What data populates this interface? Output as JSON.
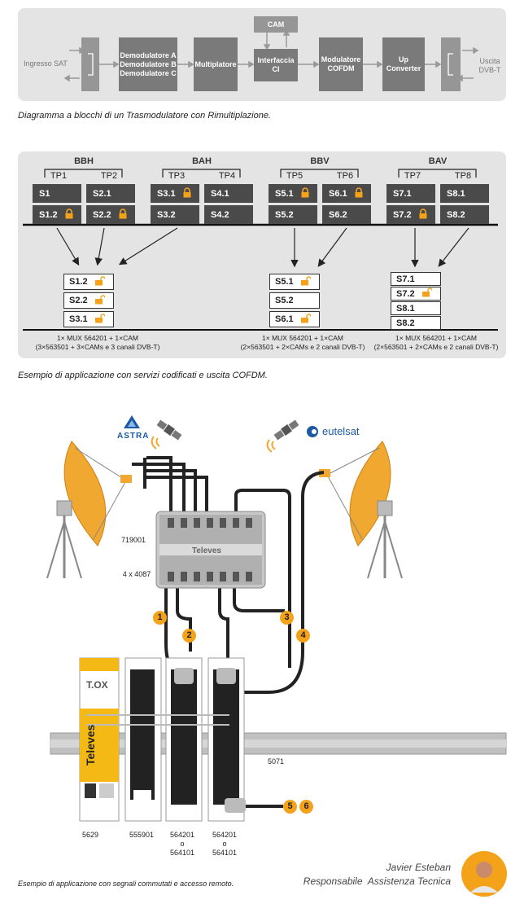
{
  "diagram1": {
    "input_label": [
      "Ingresso SAT"
    ],
    "blocks": {
      "demod": [
        "Demodulatore A",
        "Demodulatore B",
        "Demodulatore C"
      ],
      "multiplexer": "Multiplatore",
      "cam": "CAM",
      "ci": [
        "Interfaccia",
        "CI"
      ],
      "cofdm": [
        "Modulatore",
        "COFDM"
      ],
      "upconverter": [
        "Up",
        "Converter"
      ]
    },
    "output_label": [
      "Uscita",
      "DVB-T"
    ],
    "caption": "Diagramma a blocchi di un Trasmodulatore con Rimultiplazione."
  },
  "diagram2": {
    "groups": [
      {
        "name": "BBH",
        "tps": [
          "TP1",
          "TP2"
        ]
      },
      {
        "name": "BAH",
        "tps": [
          "TP3",
          "TP4"
        ]
      },
      {
        "name": "BBV",
        "tps": [
          "TP5",
          "TP6"
        ]
      },
      {
        "name": "BAV",
        "tps": [
          "TP7",
          "TP8"
        ]
      }
    ],
    "services_top": [
      "S1",
      "S2.1",
      "S3.1",
      "S4.1",
      "S5.1",
      "S6.1",
      "S7.1",
      "S8.1"
    ],
    "services_bottom": [
      "S1.2",
      "S2.2",
      "S3.2",
      "S4.2",
      "S5.2",
      "S6.2",
      "S7.2",
      "S8.2"
    ],
    "outputs": [
      {
        "items": [
          "S1.2",
          "S2.2",
          "S3.1"
        ],
        "note": [
          "1× MUX 564201 + 1×CAM",
          "(3×563501 + 3×CAMs e 3 canali DVB-T)"
        ]
      },
      {
        "items": [
          "S5.1",
          "S5.2",
          "S6.1"
        ],
        "note": [
          "1× MUX 564201 + 1×CAM",
          "(2×563501 + 2×CAMs e 2 canali DVB-T)"
        ]
      },
      {
        "items": [
          "S7.1",
          "S7.2",
          "S8.1",
          "S8.2"
        ],
        "note": [
          "1× MUX 564201 + 1×CAM",
          "(2×563501 + 2×CAMs e 2 canali DVB-T)"
        ]
      }
    ],
    "caption": "Esempio di applicazione con servizi codificati e uscita COFDM."
  },
  "diagram3": {
    "brands": {
      "astra": "ASTRA",
      "eutelsat": "eutelsat"
    },
    "multiswitch_codes": [
      "719001",
      "4 x 4087"
    ],
    "multiswitch_brand": "Televes",
    "cable_numbers": [
      "1",
      "2",
      "3",
      "4"
    ],
    "output_numbers": [
      "5",
      "6"
    ],
    "rail_code": "5071",
    "module_codes": [
      [
        "5629"
      ],
      [
        "555901"
      ],
      [
        "564201",
        "o",
        "564101"
      ],
      [
        "564201",
        "o",
        "564101"
      ]
    ],
    "tox_label": "T.OX",
    "module_brand": "Televes",
    "caption": "Esempio di applicazione con segnali commutati e accesso remoto."
  },
  "signature": {
    "name": "Javier Esteban",
    "role": "Responsabile  Assistenza Tecnica"
  },
  "colors": {
    "panel": "#e4e4e4",
    "block": "#7a7a7a",
    "service": "#4a4a4a",
    "accent": "#f5a21b",
    "dish": "#f0a830",
    "astra_blue": "#1d5aa6"
  }
}
